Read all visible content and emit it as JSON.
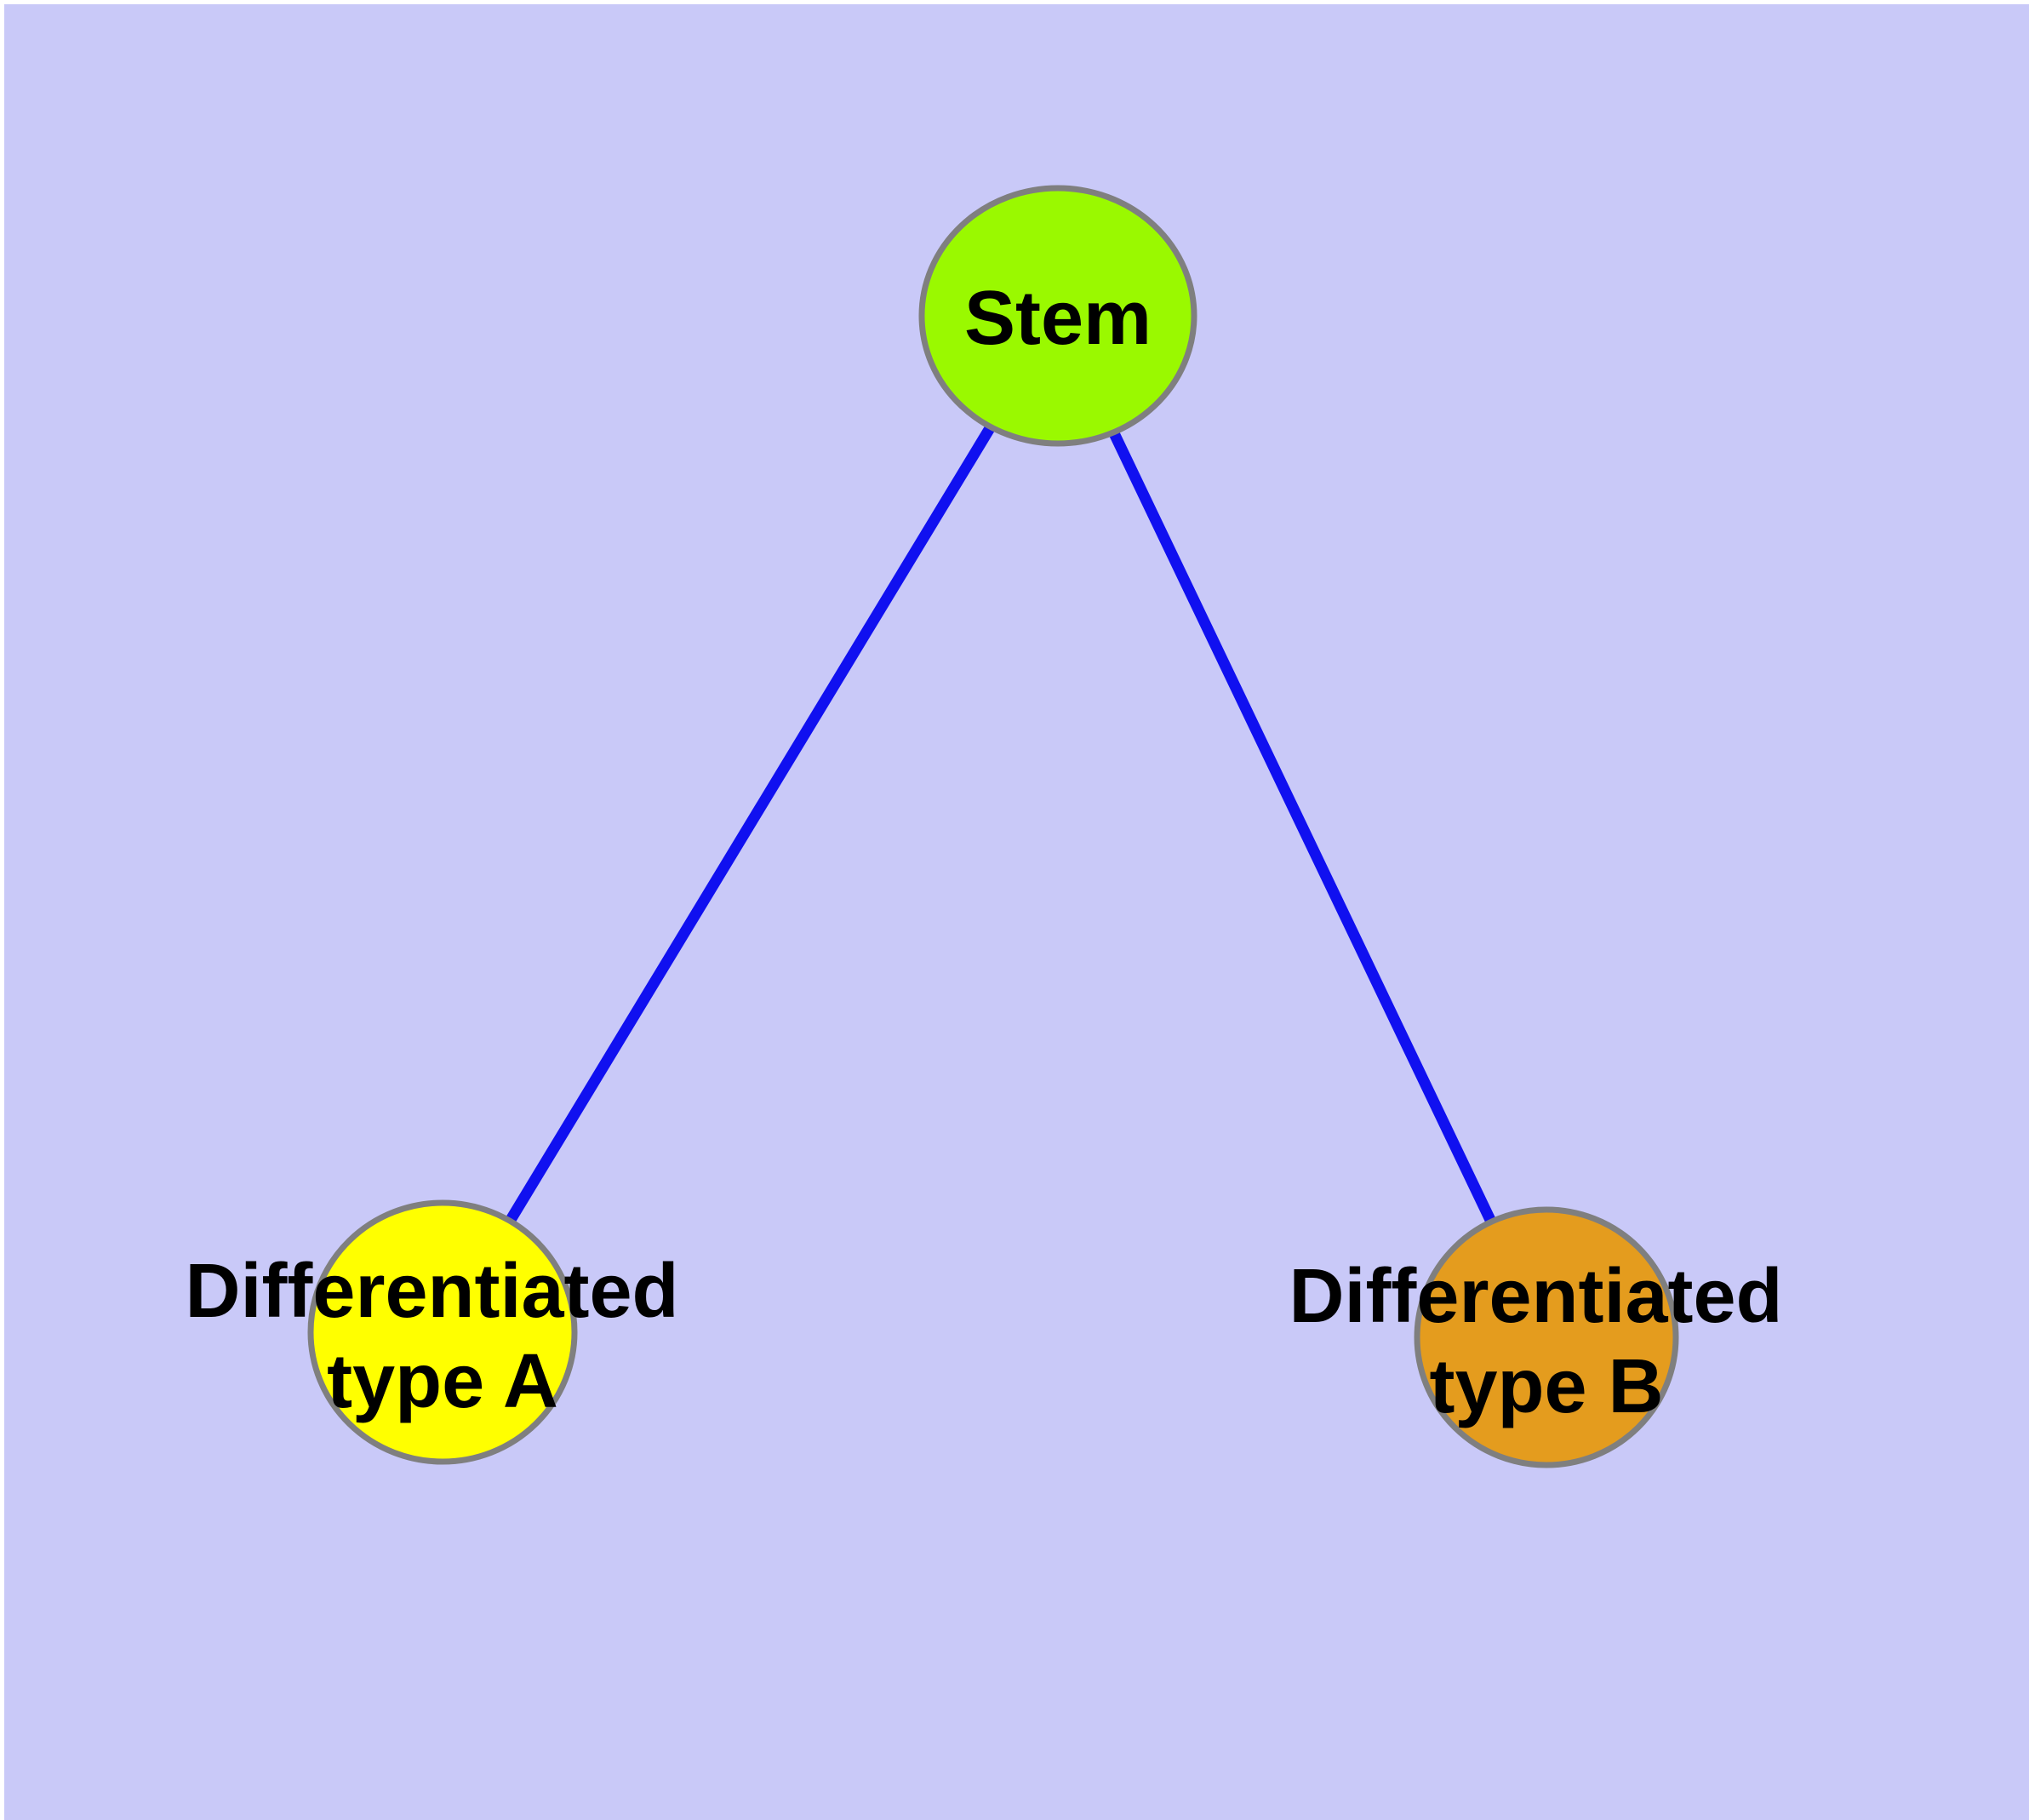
{
  "canvas": {
    "frame_color": "#ffffff",
    "background_color": "#c9c9f8"
  },
  "graph": {
    "edge_color": "#1010f0",
    "node_border_color": "#7f7f7f",
    "label_color": "#000000",
    "nodes": [
      {
        "id": "stem",
        "fill": "#9af900",
        "lines": [
          "Stem",
          ""
        ]
      },
      {
        "id": "differentiated-type-a",
        "fill": "#ffff00",
        "lines": [
          "Differentiated",
          "type A"
        ]
      },
      {
        "id": "differentiated-type-b",
        "fill": "#e49c1e",
        "lines": [
          "Differentiated",
          "type B"
        ]
      }
    ],
    "edges": [
      {
        "from": "Stem",
        "to": "Differentiated type A"
      },
      {
        "from": "Stem",
        "to": "Differentiated type B"
      }
    ]
  }
}
